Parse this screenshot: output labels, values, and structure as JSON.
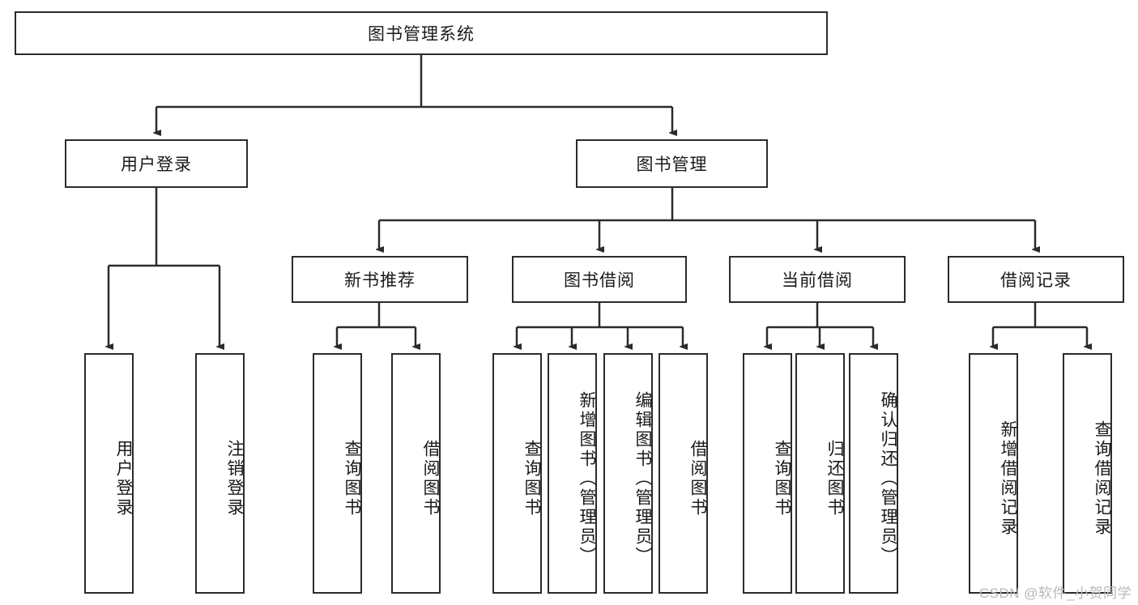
{
  "diagram": {
    "title": "图书管理系统",
    "type": "tree-hierarchy-chart",
    "root": {
      "label": "图书管理系统"
    },
    "level2": [
      {
        "label": "用户登录"
      },
      {
        "label": "图书管理"
      }
    ],
    "level3": [
      {
        "label": "新书推荐"
      },
      {
        "label": "图书借阅"
      },
      {
        "label": "当前借阅"
      },
      {
        "label": "借阅记录"
      }
    ],
    "leaves": [
      {
        "label": "用户登录"
      },
      {
        "label": "注销登录"
      },
      {
        "label": "查询图书"
      },
      {
        "label": "借阅图书"
      },
      {
        "label": "查询图书"
      },
      {
        "label": "新增图书（管理员）"
      },
      {
        "label": "编辑图书（管理员）"
      },
      {
        "label": "借阅图书"
      },
      {
        "label": "查询图书"
      },
      {
        "label": "归还图书"
      },
      {
        "label": "确认归还（管理员）"
      },
      {
        "label": "新增借阅记录"
      },
      {
        "label": "查询借阅记录"
      }
    ]
  },
  "watermark": {
    "text": "CSDN @软件_小贺同学"
  },
  "colors": {
    "stroke": "#2b2b2b",
    "fill": "#ffffff",
    "text": "#1a1a1a",
    "watermark": "#b8b8b8"
  }
}
